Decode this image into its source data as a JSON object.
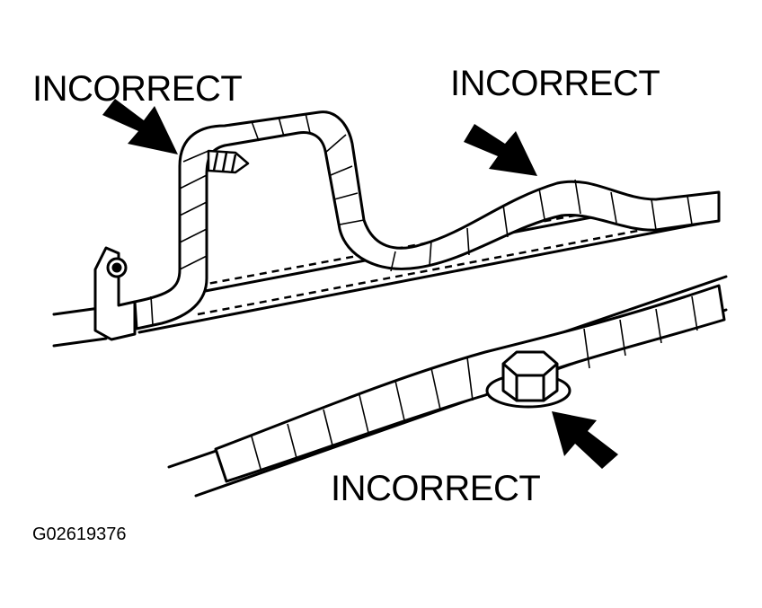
{
  "labels": {
    "top_left": "INCORRECT",
    "top_right": "INCORRECT",
    "bottom": "INCORRECT"
  },
  "figure_code": "G02619376",
  "colors": {
    "ink": "#000000",
    "paper": "#ffffff"
  }
}
